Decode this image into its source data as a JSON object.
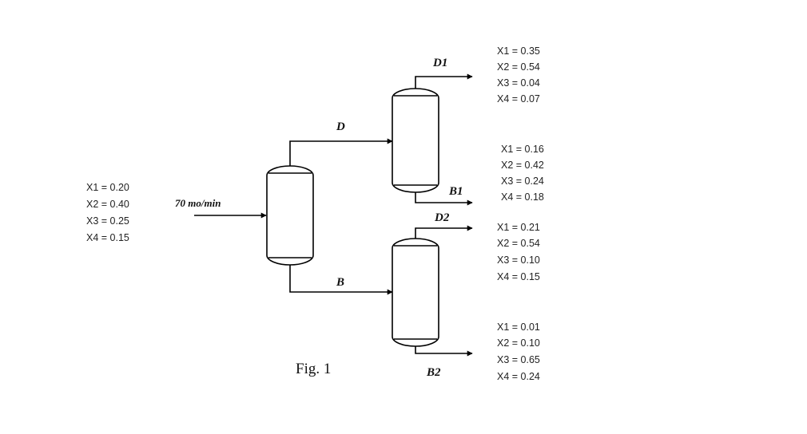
{
  "feed": {
    "flow_label": "70 mo/min",
    "composition": [
      "X1  = 0.20",
      "X2 = 0.40",
      "X3 = 0.25",
      "X4 = 0.15"
    ]
  },
  "streams": {
    "D": "D",
    "B": "B",
    "D1": "D1",
    "B1": "B1",
    "D2": "D2",
    "B2": "B2"
  },
  "outputs": {
    "D1": [
      "X1  = 0.35",
      "X2 = 0.54",
      "X3 = 0.04",
      "X4 = 0.07"
    ],
    "B1": [
      "X1  = 0.16",
      "X2 = 0.42",
      "X3 = 0.24",
      "X4 = 0.18"
    ],
    "D2": [
      "X1 = 0.21",
      "X2 = 0.54",
      "X3 = 0.10",
      "X4 = 0.15"
    ],
    "B2": [
      "X1  = 0.01",
      "X2 = 0.10",
      "X3 = 0.65",
      "X4 = 0.24"
    ]
  },
  "caption": "Fig. 1"
}
